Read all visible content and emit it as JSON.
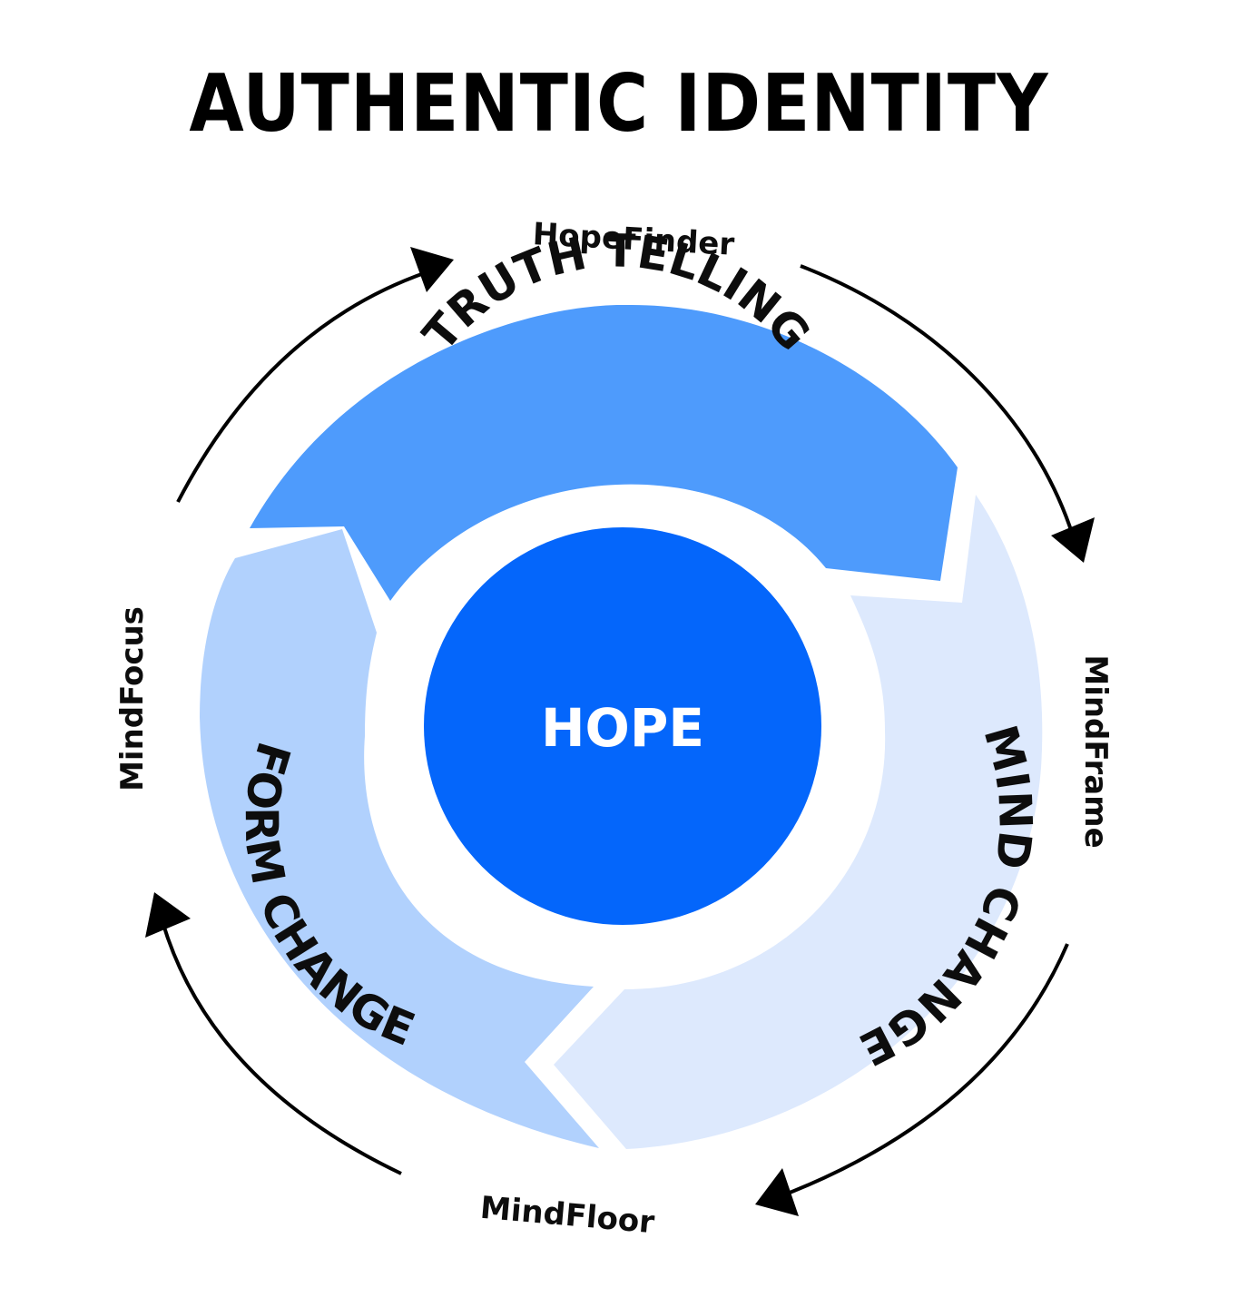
{
  "title": "AUTHENTIC IDENTITY",
  "center": {
    "label": "HOPE",
    "color": "#0466fb"
  },
  "segments": [
    {
      "label": "TRUTH TELLING",
      "color": "#4e9bfc"
    },
    {
      "label": "MIND CHANGE",
      "color": "#dde9fd"
    },
    {
      "label": "FORM CHANGE",
      "color": "#b1d1fd"
    }
  ],
  "outer_labels": {
    "top": "HopeFinder",
    "right": "MindFrame",
    "bottom": "MindFloor",
    "left": "MindFocus"
  },
  "outer_arrow_color": "#000000"
}
